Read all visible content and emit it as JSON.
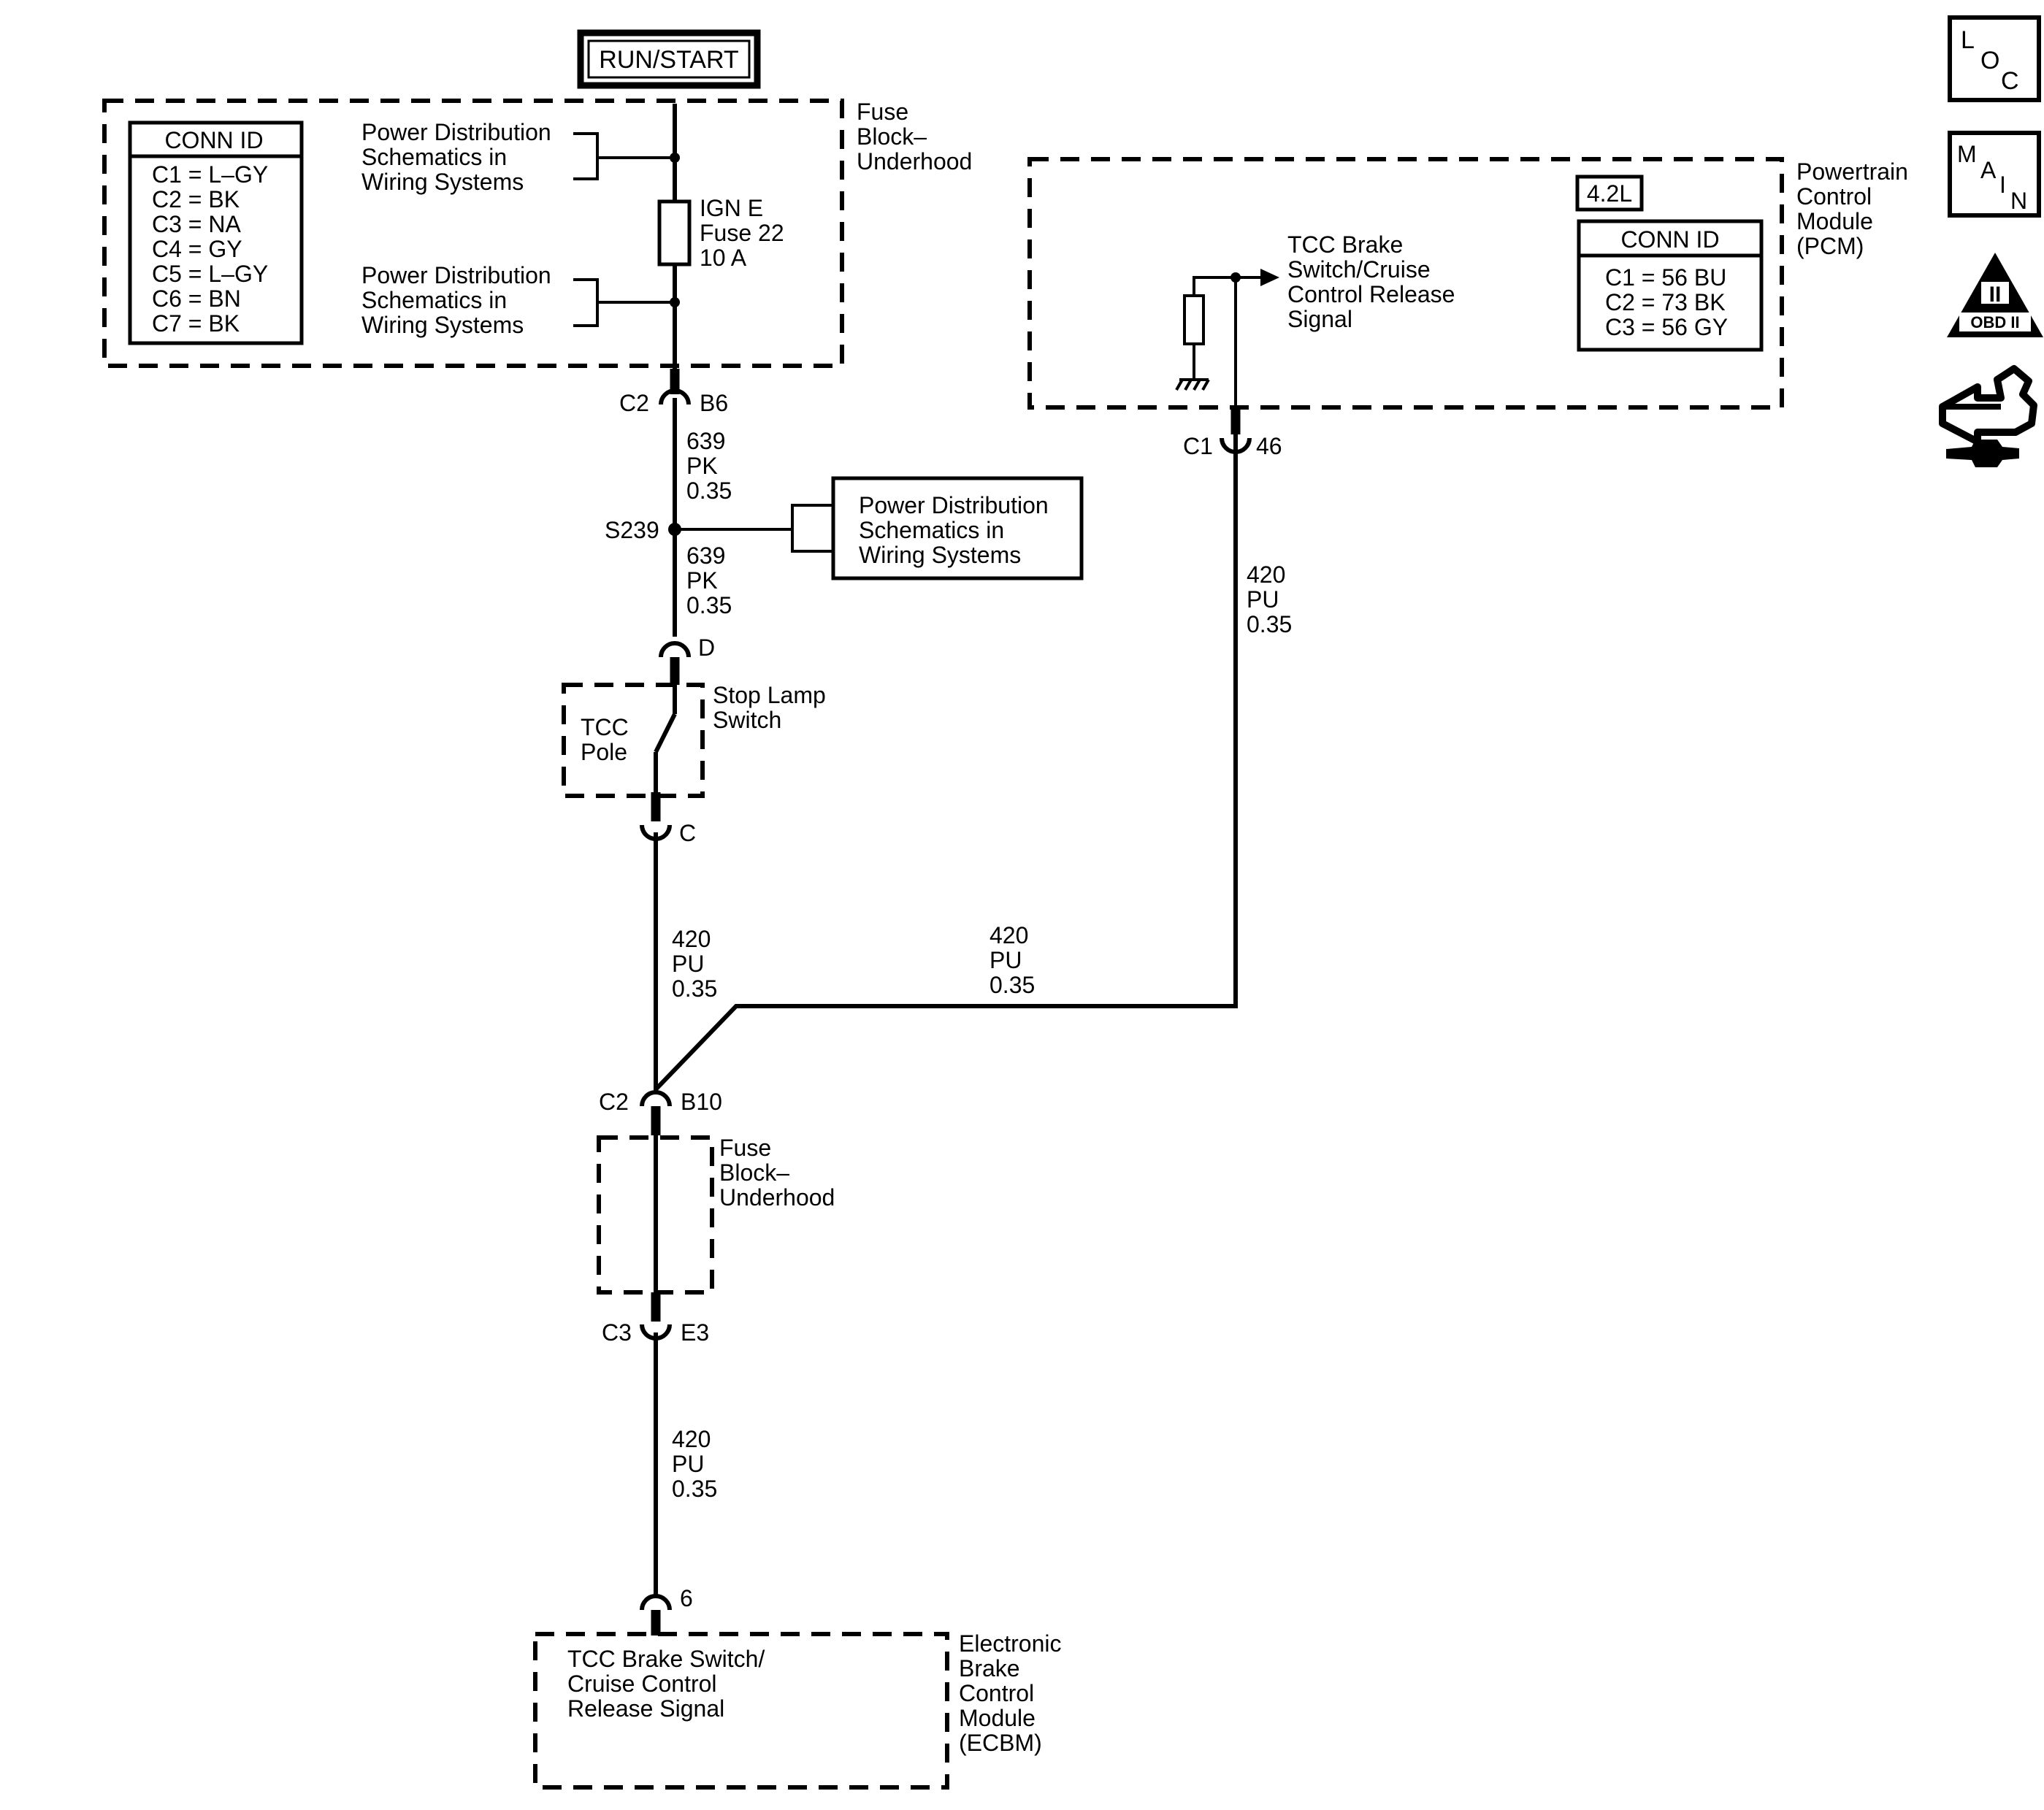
{
  "power_source": "RUN/START",
  "fuse_block_top": {
    "name": [
      "Fuse",
      "Block–",
      "Underhood"
    ],
    "conn_id": {
      "title": "CONN ID",
      "rows": [
        "C1 = L–GY",
        "C2 = BK",
        "C3 = NA",
        "C4 = GY",
        "C5 = L–GY",
        "C6 = BN",
        "C7 = BK"
      ]
    },
    "power_ref_1": [
      "Power Distribution",
      "Schematics in",
      "Wiring Systems"
    ],
    "power_ref_2": [
      "Power Distribution",
      "Schematics in",
      "Wiring Systems"
    ],
    "fuse": [
      "IGN E",
      "Fuse 22",
      "10 A"
    ]
  },
  "connectors": {
    "c2_b6": {
      "left": "C2",
      "right": "B6"
    },
    "d": "D",
    "c": "C",
    "c2_b10": {
      "left": "C2",
      "right": "B10"
    },
    "c3_e3": {
      "left": "C3",
      "right": "E3"
    },
    "pin6": "6",
    "c1_46": {
      "left": "C1",
      "right": "46"
    }
  },
  "wires": {
    "w639_a": [
      "639",
      "PK",
      "0.35"
    ],
    "w639_b": [
      "639",
      "PK",
      "0.35"
    ],
    "w420_left": [
      "420",
      "PU",
      "0.35"
    ],
    "w420_horizontal": [
      "420",
      "PU",
      "0.35"
    ],
    "w420_pcm": [
      "420",
      "PU",
      "0.35"
    ],
    "w420_bottom": [
      "420",
      "PU",
      "0.35"
    ]
  },
  "splice": {
    "id": "S239",
    "ref": [
      "Power Distribution",
      "Schematics in",
      "Wiring Systems"
    ]
  },
  "stop_lamp": {
    "name": [
      "Stop Lamp",
      "Switch"
    ],
    "pole": [
      "TCC",
      "Pole"
    ]
  },
  "fuse_block_bottom": {
    "name": [
      "Fuse",
      "Block–",
      "Underhood"
    ]
  },
  "pcm": {
    "name": [
      "Powertrain",
      "Control",
      "Module",
      "(PCM)"
    ],
    "engine": "4.2L",
    "conn_id": {
      "title": "CONN ID",
      "rows": [
        "C1 = 56 BU",
        "C2 = 73 BK",
        "C3 = 56 GY"
      ]
    },
    "signal": [
      "TCC Brake",
      "Switch/Cruise",
      "Control Release",
      "Signal"
    ]
  },
  "ecbm": {
    "name": [
      "Electronic",
      "Brake",
      "Control",
      "Module",
      "(ECBM)"
    ],
    "signal": [
      "TCC Brake Switch/",
      "Cruise Control",
      "Release Signal"
    ]
  },
  "side_icons": {
    "loc": [
      "L",
      "O",
      "C"
    ],
    "main": [
      "M",
      "A",
      "I",
      "N"
    ],
    "obd": {
      "numeral": "II",
      "label": "OBD II"
    },
    "icon_names": [
      "loc-icon",
      "main-icon",
      "obd-ii-icon",
      "hand-wrench-icon"
    ]
  }
}
